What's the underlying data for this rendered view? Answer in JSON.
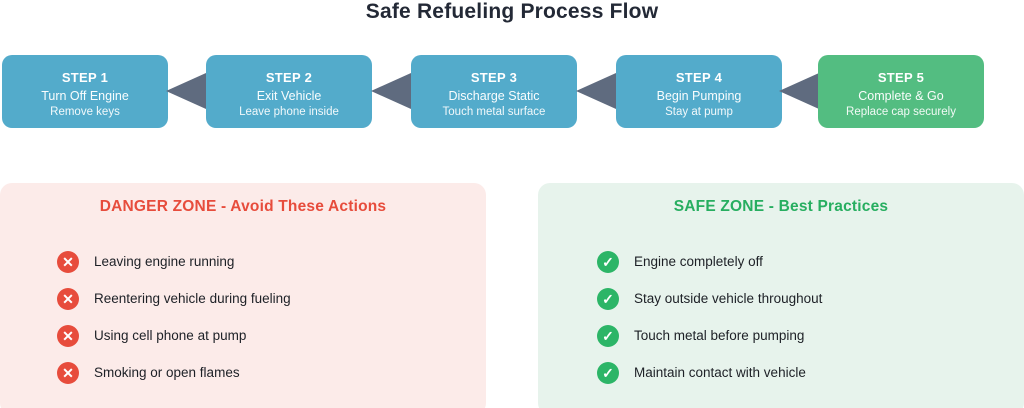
{
  "title": "Safe Refueling Process Flow",
  "flow": {
    "steps": [
      {
        "label": "STEP 1",
        "line1": "Turn Off Engine",
        "line2": "Remove keys",
        "color": "#53abcb"
      },
      {
        "label": "STEP 2",
        "line1": "Exit Vehicle",
        "line2": "Leave phone inside",
        "color": "#53abcb"
      },
      {
        "label": "STEP 3",
        "line1": "Discharge Static",
        "line2": "Touch metal surface",
        "color": "#53abcb"
      },
      {
        "label": "STEP 4",
        "line1": "Begin Pumping",
        "line2": "Stay at pump",
        "color": "#53abcb"
      },
      {
        "label": "STEP 5",
        "line1": "Complete & Go",
        "line2": "Replace cap securely",
        "color": "#53bd81"
      }
    ],
    "arrow_color": "#5f6b7f",
    "arrow_direction": "left"
  },
  "danger_zone": {
    "title": "DANGER ZONE - Avoid These Actions",
    "title_color": "#e74c3c",
    "background": "#fcebe9",
    "icon": "x-circle",
    "icon_color": "#e74c3c",
    "items": [
      "Leaving engine running",
      "Reentering vehicle during fueling",
      "Using cell phone at pump",
      "Smoking or open flames"
    ]
  },
  "safe_zone": {
    "title": "SAFE ZONE - Best Practices",
    "title_color": "#27ae60",
    "background": "#e7f3ec",
    "icon": "check-circle",
    "icon_color": "#2cb567",
    "items": [
      "Engine completely off",
      "Stay outside vehicle throughout",
      "Touch metal before pumping",
      "Maintain contact with vehicle"
    ]
  },
  "icons": {
    "x_glyph": "✕",
    "check_glyph": "✓"
  }
}
